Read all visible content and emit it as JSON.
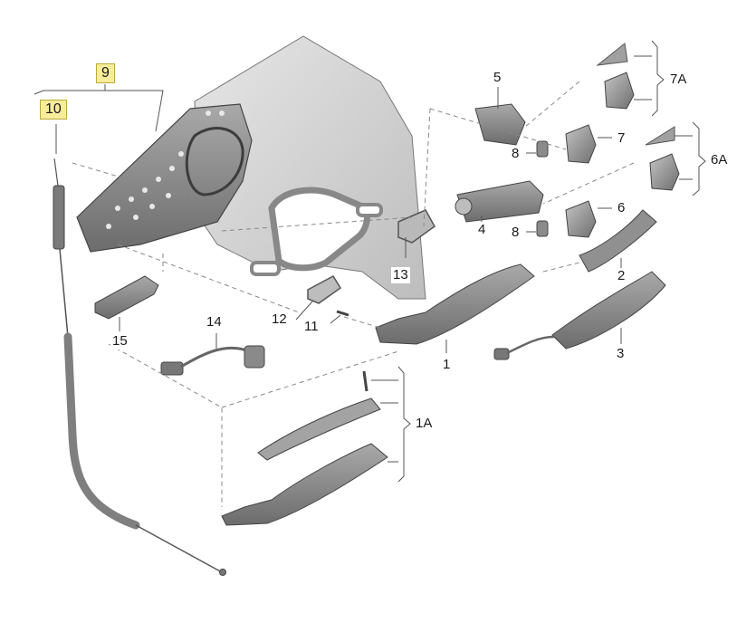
{
  "diagram": {
    "callouts": [
      {
        "id": "c9",
        "text": "9",
        "highlighted": true
      },
      {
        "id": "c10",
        "text": "10",
        "highlighted": true
      },
      {
        "id": "c5",
        "text": "5",
        "highlighted": false
      },
      {
        "id": "c7a",
        "text": "7A",
        "highlighted": false
      },
      {
        "id": "c7",
        "text": "7",
        "highlighted": false
      },
      {
        "id": "c8a",
        "text": "8",
        "highlighted": false
      },
      {
        "id": "c6a",
        "text": "6A",
        "highlighted": false
      },
      {
        "id": "c4",
        "text": "4",
        "highlighted": false
      },
      {
        "id": "c6",
        "text": "6",
        "highlighted": false
      },
      {
        "id": "c8b",
        "text": "8",
        "highlighted": false
      },
      {
        "id": "c2",
        "text": "2",
        "highlighted": false
      },
      {
        "id": "c13",
        "text": "13",
        "highlighted": false
      },
      {
        "id": "c12",
        "text": "12",
        "highlighted": false
      },
      {
        "id": "c11",
        "text": "11",
        "highlighted": false
      },
      {
        "id": "c14",
        "text": "14",
        "highlighted": false
      },
      {
        "id": "c15",
        "text": "15",
        "highlighted": false
      },
      {
        "id": "c1",
        "text": "1",
        "highlighted": false
      },
      {
        "id": "c3",
        "text": "3",
        "highlighted": false
      },
      {
        "id": "c1a",
        "text": "1A",
        "highlighted": false
      }
    ],
    "colors": {
      "part_fill": "#8e8e8e",
      "part_dark": "#5c5c5c",
      "panel_fill": "#d4d4d4",
      "line": "#555555",
      "highlight": "#f7ec9a"
    }
  }
}
